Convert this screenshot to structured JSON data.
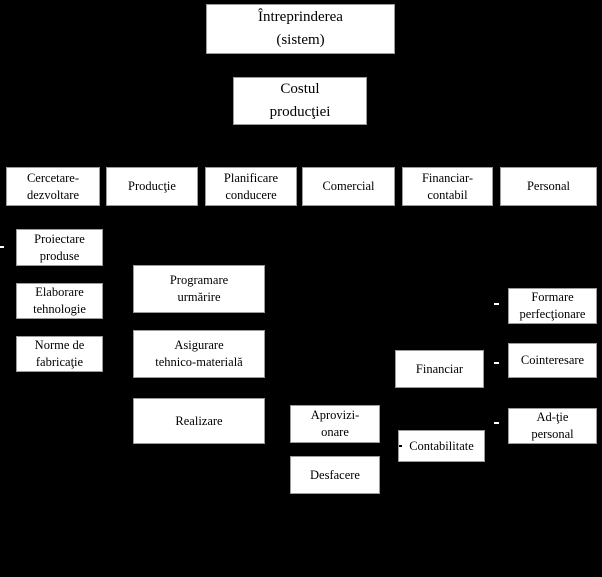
{
  "colors": {
    "background": "#000000",
    "box_fill": "#ffffff",
    "box_border": "#9b9b9b",
    "text": "#000000"
  },
  "diagram": {
    "root": {
      "label": "Întreprinderea\n(sistem)"
    },
    "cost": {
      "label": "Costul\nproducţiei"
    },
    "departments": [
      {
        "label": "Cercetare-\ndezvoltare"
      },
      {
        "label": "Producţie"
      },
      {
        "label": "Planificare\nconducere"
      },
      {
        "label": "Comercial"
      },
      {
        "label": "Financiar-\ncontabil"
      },
      {
        "label": "Personal"
      }
    ],
    "cercetare_children": [
      {
        "label": "Proiectare\nproduse"
      },
      {
        "label": "Elaborare\ntehnologie"
      },
      {
        "label": "Norme de\nfabricaţie"
      }
    ],
    "productie_children": [
      {
        "label": "Programare\nurmărire"
      },
      {
        "label": "Asigurare\ntehnico-materială"
      },
      {
        "label": "Realizare"
      }
    ],
    "comercial_children": [
      {
        "label": "Aprovizi-\nonare"
      },
      {
        "label": "Desfacere"
      }
    ],
    "financiar_children": [
      {
        "label": "Financiar"
      },
      {
        "label": "Contabilitate"
      }
    ],
    "personal_children": [
      {
        "label": "Formare\nperfecţionare"
      },
      {
        "label": "Cointeresare"
      },
      {
        "label": "Ad-ţie\npersonal"
      }
    ]
  }
}
